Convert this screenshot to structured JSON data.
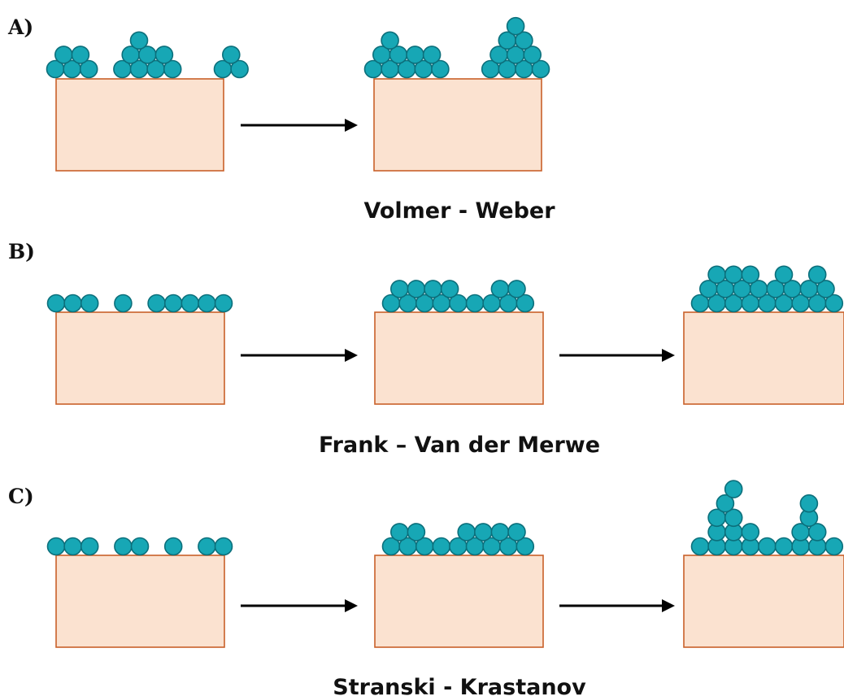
{
  "colors": {
    "atom_fill": "#17a7b5",
    "atom_stroke": "#0c6f7b",
    "substrate_fill": "#fbe2d0",
    "substrate_stroke": "#c9612a",
    "arrow": "#000000"
  },
  "panels": [
    {
      "letter": "A)",
      "mode": "Volmer - Weber",
      "stages": [
        {
          "rows": [
            [
              0,
              1,
              2,
              4,
              5,
              6,
              7,
              10,
              11
            ],
            [
              0.5,
              1.5,
              4.5,
              5.5,
              6.5,
              10.5
            ],
            [
              5
            ]
          ]
        },
        {
          "rows": [
            [
              0,
              1,
              2,
              3,
              4,
              7,
              8,
              9,
              10
            ],
            [
              0.5,
              1.5,
              2.5,
              3.5,
              7.5,
              8.5,
              9.5
            ],
            [
              1,
              8,
              9
            ],
            [
              8.5
            ]
          ]
        }
      ]
    },
    {
      "letter": "B)",
      "mode": "Frank – Van der Merwe",
      "stages": [
        {
          "rows": [
            [
              0,
              1,
              2,
              4,
              6,
              7,
              8,
              9,
              10
            ]
          ]
        },
        {
          "rows": [
            [
              0,
              1,
              2,
              3,
              4,
              5,
              6,
              7,
              8
            ],
            [
              0.5,
              1.5,
              2.5,
              3.5,
              6.5,
              7.5
            ]
          ]
        },
        {
          "rows": [
            [
              0,
              1,
              2,
              3,
              4,
              5,
              6,
              7,
              8
            ],
            [
              0.5,
              1.5,
              2.5,
              3.5,
              4.5,
              5.5,
              6.5,
              7.5
            ],
            [
              1,
              2,
              3,
              5,
              7
            ]
          ]
        }
      ]
    },
    {
      "letter": "C)",
      "mode": "Stranski - Krastanov",
      "stages": [
        {
          "rows": [
            [
              0,
              1,
              2,
              4,
              5,
              7,
              9,
              10
            ]
          ]
        },
        {
          "rows": [
            [
              0,
              1,
              2,
              3,
              4,
              5,
              6,
              7,
              8
            ],
            [
              0.5,
              1.5,
              4.5,
              5.5,
              6.5,
              7.5
            ]
          ]
        },
        {
          "rows": [
            [
              0,
              1,
              2,
              3,
              4,
              5,
              6,
              7,
              8
            ],
            [
              1,
              2,
              3,
              6,
              7
            ],
            [
              1,
              2,
              6.5
            ],
            [
              1.5,
              6.5
            ],
            [
              2
            ]
          ]
        }
      ]
    }
  ]
}
